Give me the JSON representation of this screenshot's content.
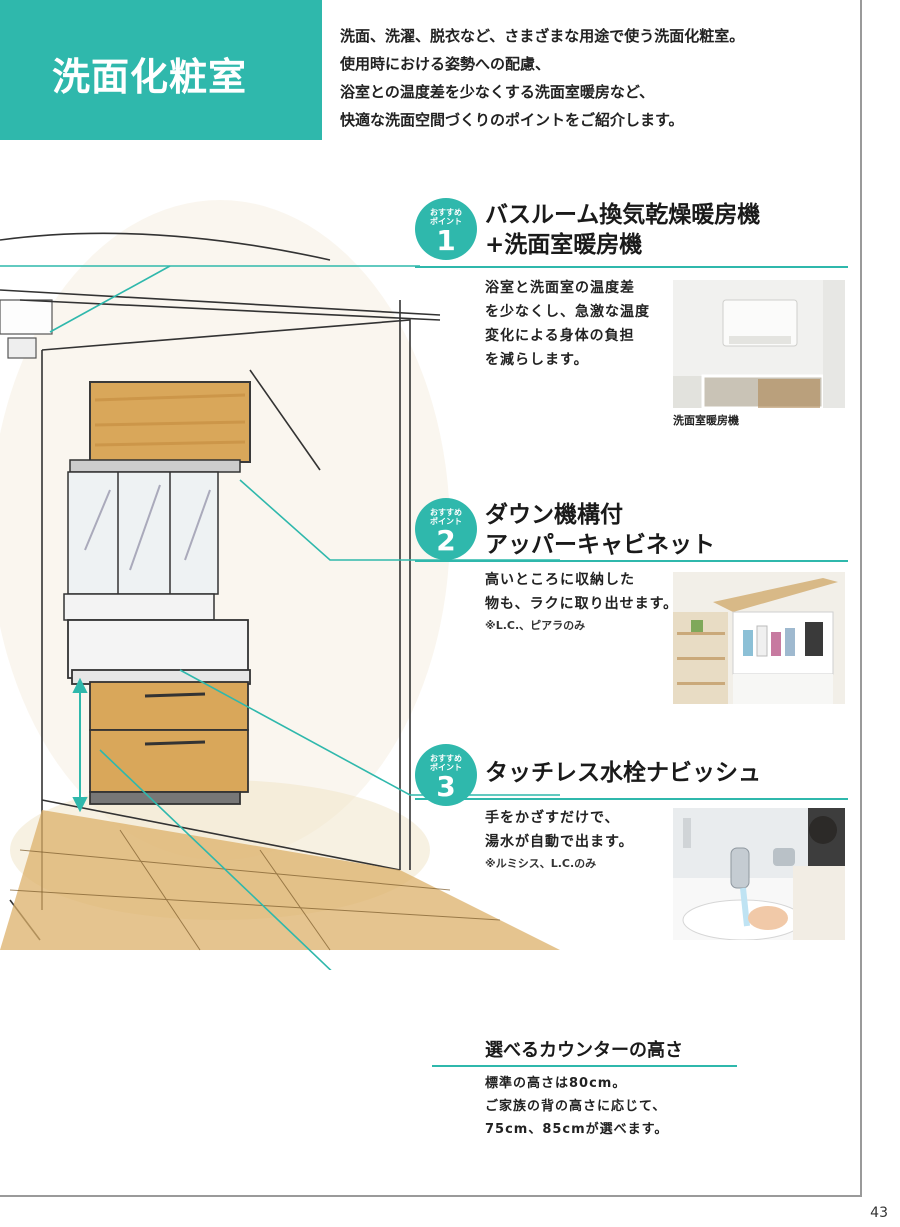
{
  "header": {
    "title": "洗面化粧室",
    "intro_lines": [
      "洗面、洗濯、脱衣など、さまざまな用途で使う洗面化粧室。",
      "使用時における姿勢への配慮、",
      "浴室との温度差を少なくする洗面室暖房など、",
      "快適な洗面空間づくりのポイントをご紹介します。"
    ]
  },
  "points": [
    {
      "badge_line1": "おすすめ",
      "badge_line2": "ポイント",
      "number": "1",
      "title_lines": [
        "バスルーム換気乾燥暖房機",
        "+洗面室暖房機"
      ],
      "desc_lines": [
        "浴室と洗面室の温度差",
        "を少なくし、急激な温度",
        "変化による身体の負担",
        "を減らします。"
      ],
      "note": "",
      "photo_caption": "洗面室暖房機"
    },
    {
      "badge_line1": "おすすめ",
      "badge_line2": "ポイント",
      "number": "2",
      "title_lines": [
        "ダウン機構付",
        "アッパーキャビネット"
      ],
      "desc_lines": [
        "高いところに収納した",
        "物も、ラクに取り出せます。"
      ],
      "note": "※L.C.、ピアラのみ"
    },
    {
      "badge_line1": "おすすめ",
      "badge_line2": "ポイント",
      "number": "3",
      "title_lines": [
        "タッチレス水栓ナビッシュ"
      ],
      "desc_lines": [
        "手をかざすだけで、",
        "湯水が自動で出ます。"
      ],
      "note": "※ルミシス、L.C.のみ"
    }
  ],
  "counter": {
    "title": "選べるカウンターの高さ",
    "desc_lines": [
      "標準の高さは80cm。",
      "ご家族の背の高さに応じて、",
      "75cm、85cmが選べます。"
    ]
  },
  "page_number": "43",
  "colors": {
    "accent": "#2fb8ac",
    "wood": "#d9a75a"
  }
}
